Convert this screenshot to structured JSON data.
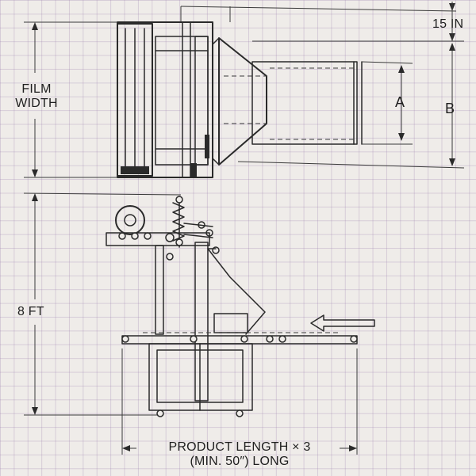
{
  "labels": {
    "dim_top_right": "15 IN",
    "film_width_line1": "FILM",
    "film_width_line2": "WIDTH",
    "dim_a": "A",
    "dim_b": "B",
    "height": "8 FT",
    "product_length_line1": "PRODUCT LENGTH × 3",
    "product_length_line2": "(MIN. 50″) LONG"
  },
  "colors": {
    "ink": "#2a2a2a",
    "grid": "#a58fb3",
    "paper": "#efece9"
  }
}
